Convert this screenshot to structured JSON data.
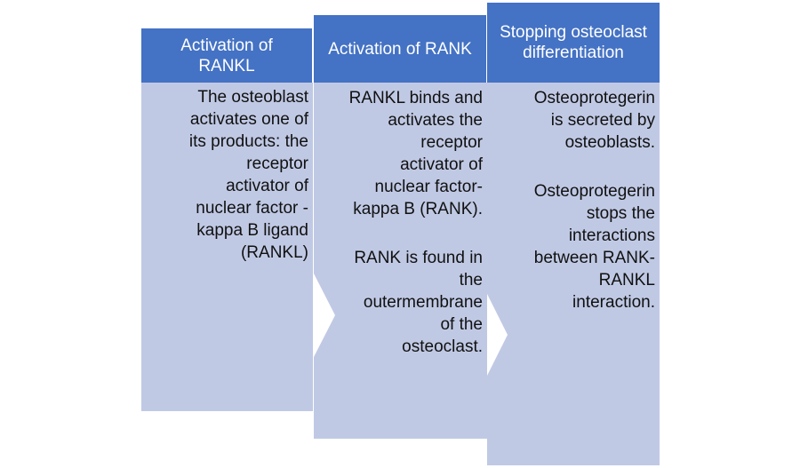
{
  "diagram": {
    "colors": {
      "header": "#4472c4",
      "body": "#c0c9e4",
      "header_text": "#ffffff",
      "body_text": "#111111"
    },
    "columns": [
      {
        "header": "Activation of\nRANKL",
        "paragraphs": [
          "The osteoblast\nactivates one of\nits products: the\nreceptor\nactivator of\nnuclear factor -\nkappa B ligand\n(RANKL)"
        ]
      },
      {
        "header": "Activation of RANK",
        "paragraphs": [
          "RANKL binds and\nactivates the\nreceptor\nactivator of\nnuclear factor-\nkappa B (RANK).",
          "RANK is found in\nthe\noutermembrane\nof the\nosteoclast."
        ]
      },
      {
        "header": "Stopping osteoclast\ndifferentiation",
        "paragraphs": [
          "Osteoprotegerin\nis secreted by\nosteoblasts.",
          "Osteoprotegerin\nstops the\ninteractions\nbetween RANK-\nRANKL\ninteraction."
        ]
      }
    ]
  }
}
